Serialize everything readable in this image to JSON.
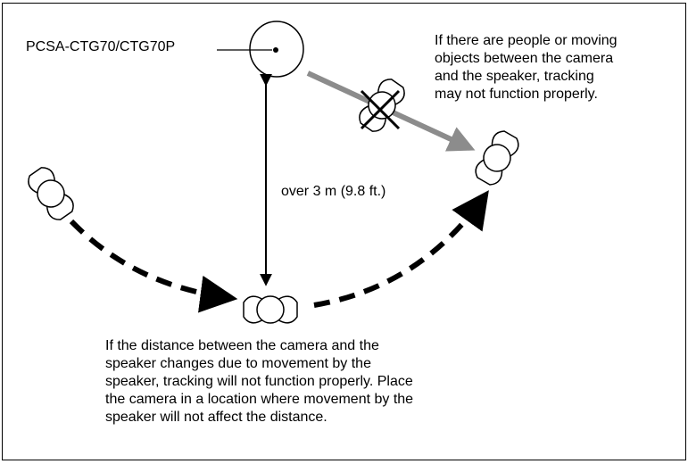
{
  "camera_label": "PCSA-CTG70/CTG70P",
  "distance_label": "over 3 m (9.8 ft.)",
  "tracking_note": [
    "If there are people or moving",
    "objects between the camera",
    "and the speaker, tracking",
    "may not function properly."
  ],
  "distance_note": [
    "If the distance between the camera and the",
    "speaker changes due to movement by the",
    "speaker, tracking will not function properly. Place",
    "the camera in a location where movement by the",
    "speaker will not affect the distance."
  ],
  "colors": {
    "line": "#000000",
    "gray_arrow": "#8c8c8c",
    "background": "#ffffff"
  }
}
